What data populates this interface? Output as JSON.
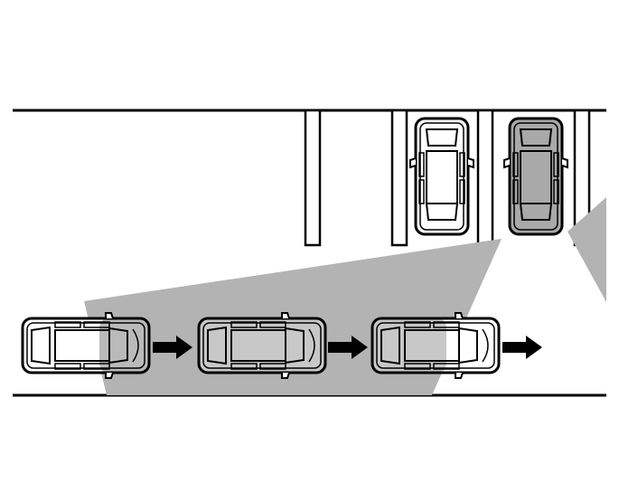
{
  "diagram": {
    "description_visible_text": "",
    "colors": {
      "background": "#ffffff",
      "line": "#000000",
      "sensor_zone": "#b3b3b3",
      "detected_car_fill": "#a9a9a9",
      "car_fill": "#ffffff",
      "arrow": "#000000"
    },
    "icons": {
      "moving_car": "car-top-view-icon",
      "parked_car": "car-top-view-icon",
      "direction": "arrow-right-icon"
    },
    "moving_car_count": 3,
    "parked_car_count": 2,
    "detected_parked_car_index": 1
  }
}
